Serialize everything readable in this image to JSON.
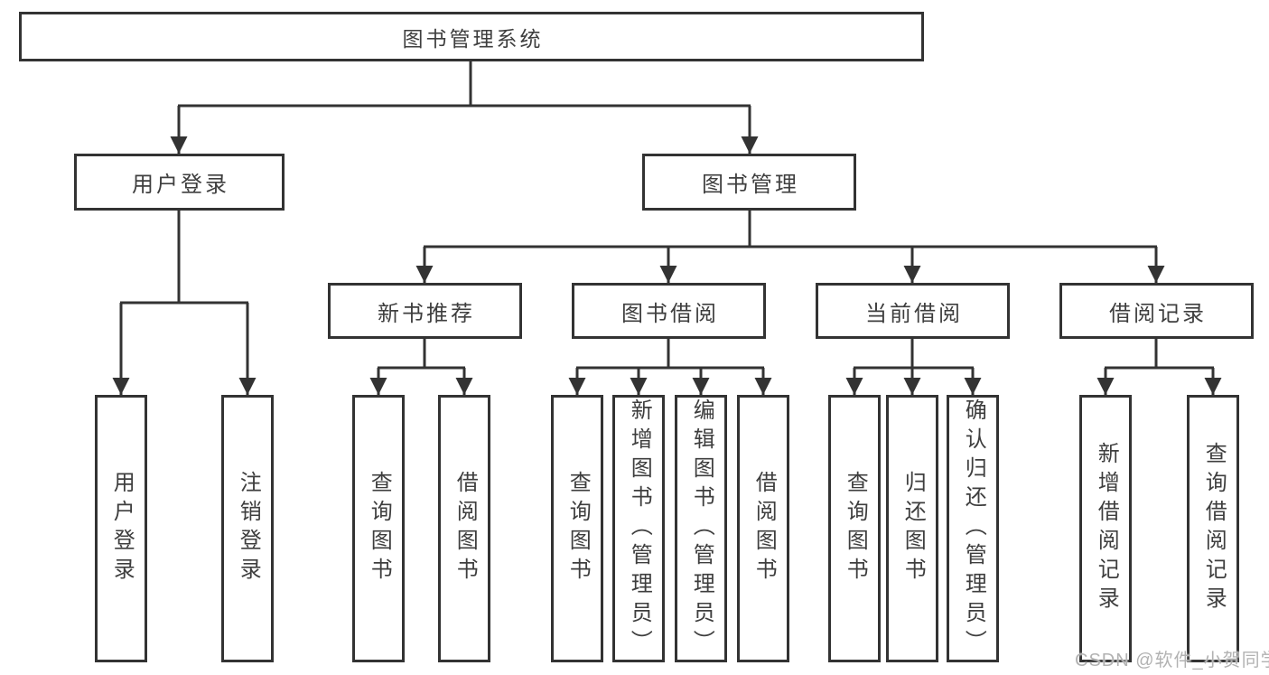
{
  "diagram": {
    "root": {
      "label": "图书管理系统"
    },
    "level2": [
      {
        "label": "用户登录"
      },
      {
        "label": "图书管理"
      }
    ],
    "level3": [
      {
        "label": "新书推荐"
      },
      {
        "label": "图书借阅"
      },
      {
        "label": "当前借阅"
      },
      {
        "label": "借阅记录"
      }
    ],
    "leaves": [
      {
        "label": "用户登录"
      },
      {
        "label": "注销登录"
      },
      {
        "label": "查询图书"
      },
      {
        "label": "借阅图书"
      },
      {
        "label": "查询图书"
      },
      {
        "label": "新增图书（管理员）"
      },
      {
        "label": "编辑图书（管理员）"
      },
      {
        "label": "借阅图书"
      },
      {
        "label": "查询图书"
      },
      {
        "label": "归还图书"
      },
      {
        "label": "确认归还（管理员）"
      },
      {
        "label": "新增借阅记录"
      },
      {
        "label": "查询借阅记录"
      }
    ]
  },
  "watermark": {
    "text": "CSDN @软件_小贺同学"
  },
  "colors": {
    "line": "#333333",
    "text": "#3e3e3e",
    "watermark": "#b2b2b2",
    "background": "#ffffff"
  }
}
